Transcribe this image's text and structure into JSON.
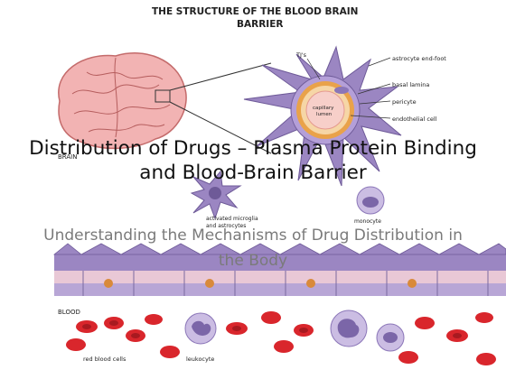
{
  "slide": {
    "title": "Distribution of Drugs – Plasma Protein Binding and Blood-Brain Barrier",
    "subtitle": "Understanding the Mechanisms of Drug Distribution in the Body"
  },
  "diagram": {
    "heading_line1": "THE STRUCTURE OF THE BLOOD BRAIN",
    "heading_line2": "BARRIER",
    "labels": {
      "tjs": "TJ's",
      "astrocyte": "astrocyte end-foot",
      "basal": "basal lamina",
      "pericyte": "pericyte",
      "endothelial": "endothelial cell",
      "capillary": "capillary",
      "lumen": "lumen",
      "brain": "BRAIN",
      "microglia_1": "activated microglia",
      "microglia_2": "and astrocytes",
      "monocyte": "monocyte",
      "blood": "BLOOD",
      "rbc": "red blood cells",
      "leukocyte": "leukocyte"
    },
    "colors": {
      "brain": "#f2b3b3",
      "cell_purple": "#9b86c2",
      "capillary_pink": "#f7cfc9",
      "rbc_red": "#d9262c",
      "leukocyte": "#cbbde3"
    }
  }
}
